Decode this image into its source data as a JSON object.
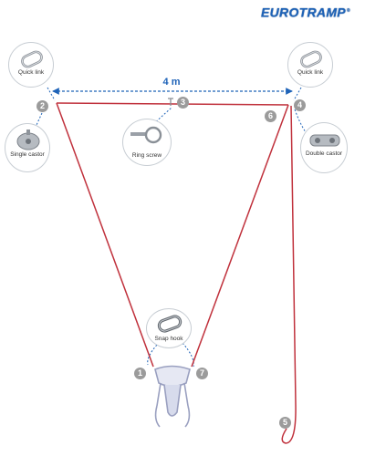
{
  "brand": {
    "logo_text": "EUROTRAMP",
    "trademark": "®",
    "color": "#1e63b8"
  },
  "dimension": {
    "label": "4 m"
  },
  "callouts": {
    "quick_link_left": "Quick link",
    "quick_link_right": "Quick link",
    "single_castor": "Single castor",
    "ring_screw": "Ring screw",
    "double_castor": "Double castor",
    "snap_hook": "Snap hook"
  },
  "markers": {
    "m1": "1",
    "m2": "2",
    "m3": "3",
    "m4": "4",
    "m5": "5",
    "m6": "6",
    "m7": "7"
  },
  "colors": {
    "rope": "#c0313c",
    "dash": "#1e63b8",
    "marker": "#9b9b9b",
    "callout_border": "#c7cdd3"
  }
}
